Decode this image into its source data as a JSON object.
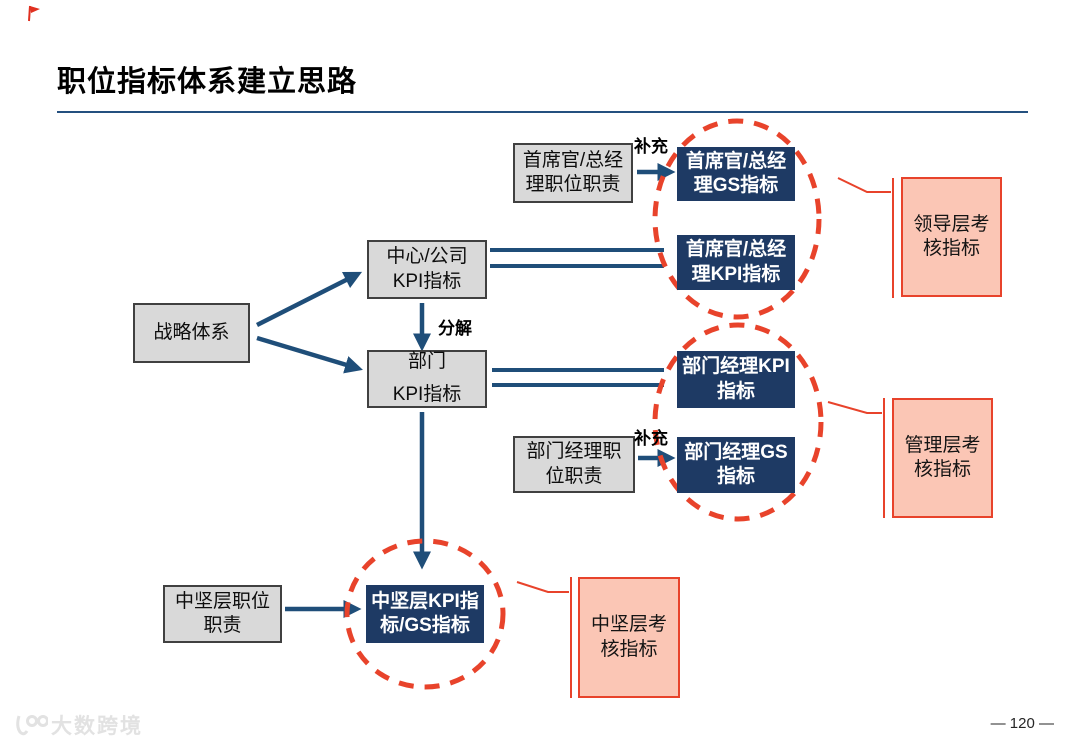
{
  "slide": {
    "title": "职位指标体系建立思路",
    "page_number": "— 120 —",
    "watermark_text": "大数跨境"
  },
  "labels": {
    "supplement_top": "补充",
    "supplement_middle": "补充",
    "decompose": "分解"
  },
  "boxes": {
    "strategy": "战略体系",
    "center_kpi": "中心/公司\nKPI指标",
    "dept_kpi": "部门\nKPI指标",
    "ceo_duty": "首席官/总经\n理职位职责",
    "ceo_gs": "首席官/总经\n理GS指标",
    "ceo_kpi": "首席官/总经\n理KPI指标",
    "dept_mgr_kpi": "部门经理KPI\n指标",
    "dept_mgr_duty": "部门经理职\n位职责",
    "dept_mgr_gs": "部门经理GS\n指标",
    "mid_duty": "中坚层职位\n职责",
    "mid_kpi": "中坚层KPI指\n标/GS指标",
    "leader_assess": "领导层考\n核指标",
    "mgr_assess": "管理层考\n核指标",
    "mid_assess": "中坚层考\n核指标"
  },
  "colors": {
    "navy_fill": "#1e3a64",
    "navy_line": "#1f4e79",
    "gray_fill": "#d9d9d9",
    "gray_border": "#404040",
    "pink_fill": "#fbc6b5",
    "accent_red": "#e8432b",
    "title_underline": "#24507f"
  }
}
